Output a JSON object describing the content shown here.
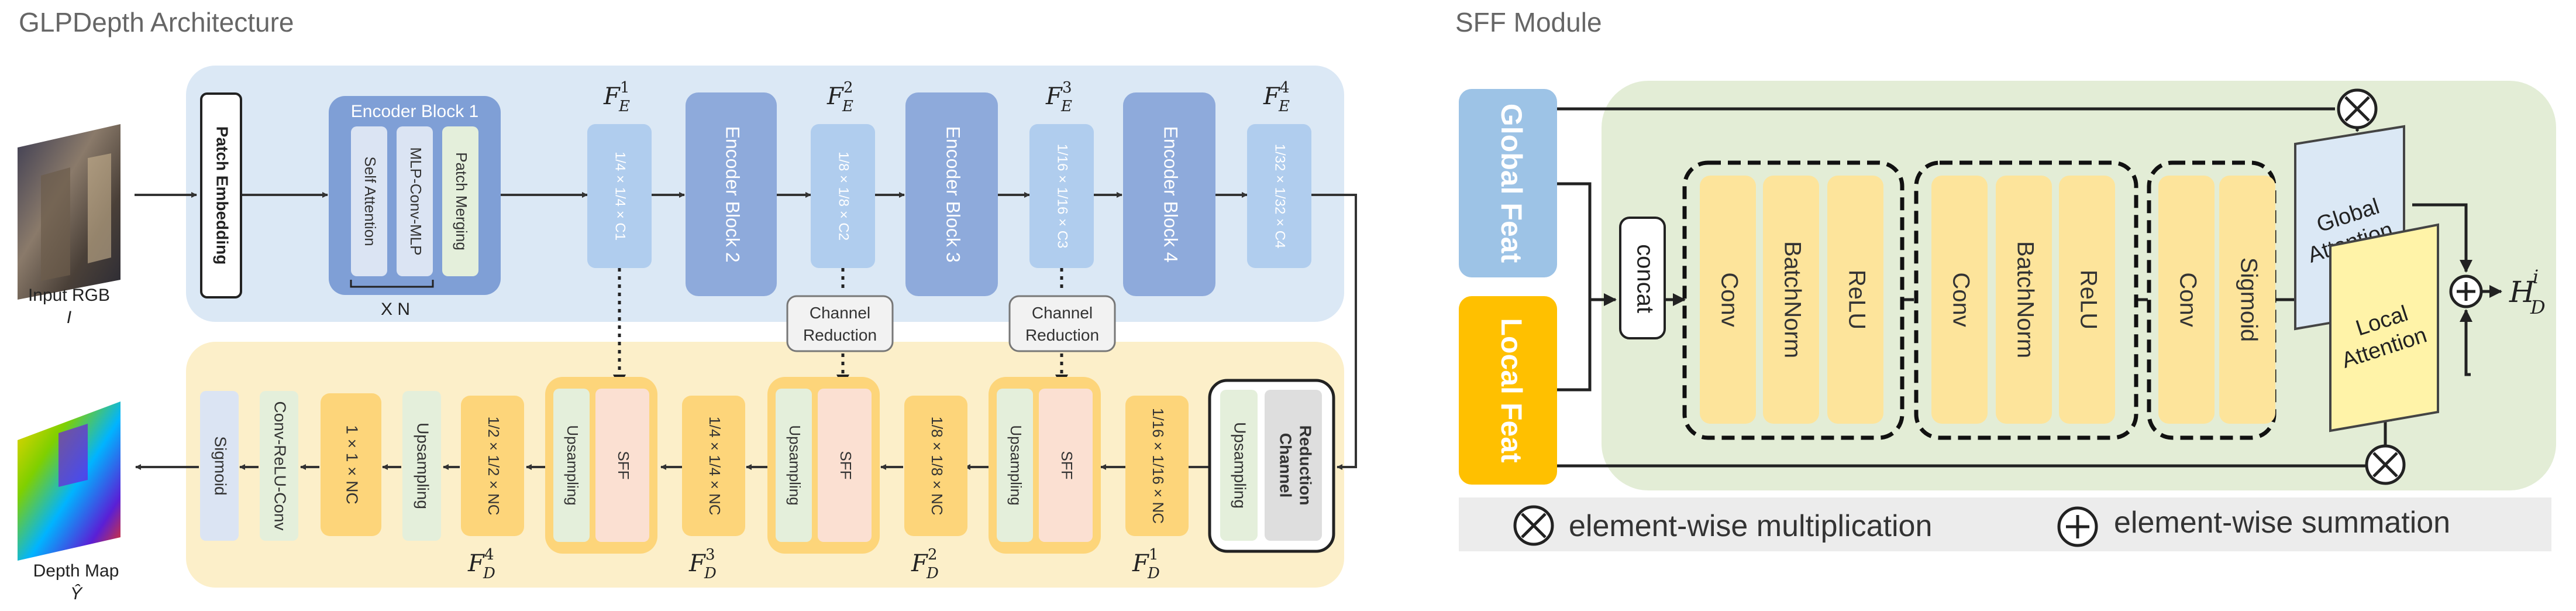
{
  "titles": {
    "left": "GLPDepth Architecture",
    "right": "SFF Module"
  },
  "input": {
    "label": "Input RGB",
    "symbol": "I"
  },
  "output": {
    "label": "Depth Map",
    "symbol": "Ŷ"
  },
  "encoder": {
    "patch_embedding": "Patch Embedding",
    "block1": {
      "title": "Encoder Block 1",
      "layers": [
        "Self Attention",
        "MLP-Conv-MLP",
        "Patch Merging"
      ],
      "repeat": "X N"
    },
    "features": [
      {
        "label": "F",
        "sub": "E",
        "sup": "1",
        "shape": "1/4 × 1/4 × C1"
      },
      {
        "label": "F",
        "sub": "E",
        "sup": "2",
        "shape": "1/8 × 1/8 × C2"
      },
      {
        "label": "F",
        "sub": "E",
        "sup": "3",
        "shape": "1/16 × 1/16 × C3"
      },
      {
        "label": "F",
        "sub": "E",
        "sup": "4",
        "shape": "1/32 × 1/32 × C4"
      }
    ],
    "blocks": [
      "Encoder Block 2",
      "Encoder Block 3",
      "Encoder Block 4"
    ]
  },
  "decoder": {
    "channel_reduction": [
      "Channel",
      "Reduction"
    ],
    "channel_reduction_one_line": "Channel Reduction",
    "upsampling": "Upsampling",
    "sff": "SFF",
    "sigmoid": "Sigmoid",
    "conv_relu_conv": "Conv-ReLU-Conv",
    "features": [
      {
        "label": "F",
        "sub": "D",
        "sup": "1",
        "shape": "1/16 × 1/16 × NC"
      },
      {
        "label": "F",
        "sub": "D",
        "sup": "2",
        "shape": "1/8 × 1/8 × NC"
      },
      {
        "label": "F",
        "sub": "D",
        "sup": "3",
        "shape": "1/4 × 1/4 × NC"
      },
      {
        "label": "F",
        "sub": "D",
        "sup": "4",
        "shape": "1/2 × 1/2 × NC"
      }
    ],
    "final_shape": "1 × 1 × NC"
  },
  "sff": {
    "global_feat": "Global Feat",
    "local_feat": "Local Feat",
    "concat": "concat",
    "group1": [
      "Conv",
      "BatchNorm",
      "ReLU"
    ],
    "group2": [
      "Conv",
      "BatchNorm",
      "ReLU"
    ],
    "group3": [
      "Conv",
      "Sigmoid"
    ],
    "global_attention": [
      "Global",
      "Attention"
    ],
    "local_attention": [
      "Local",
      "Attention"
    ],
    "output": {
      "label": "H",
      "sub": "D",
      "sup": "i"
    },
    "legend": {
      "multiply": "element-wise multiplication",
      "sum": "element-wise summation"
    }
  },
  "colors": {
    "encoder_bg": "#dbe8f5",
    "decoder_bg": "#fcefc9",
    "encoder_block": "#8eaadb",
    "feature_box": "#b0cdee",
    "yellow_box": "#fdd57a",
    "green_box": "#e4efdb",
    "pink_box": "#fbe0d2",
    "sff_bg": "#e3edd6",
    "global_feat": "#9dc3e6",
    "local_feat": "#ffc000",
    "conv_yellow": "#fde49b",
    "legend_bg": "#ececec"
  }
}
